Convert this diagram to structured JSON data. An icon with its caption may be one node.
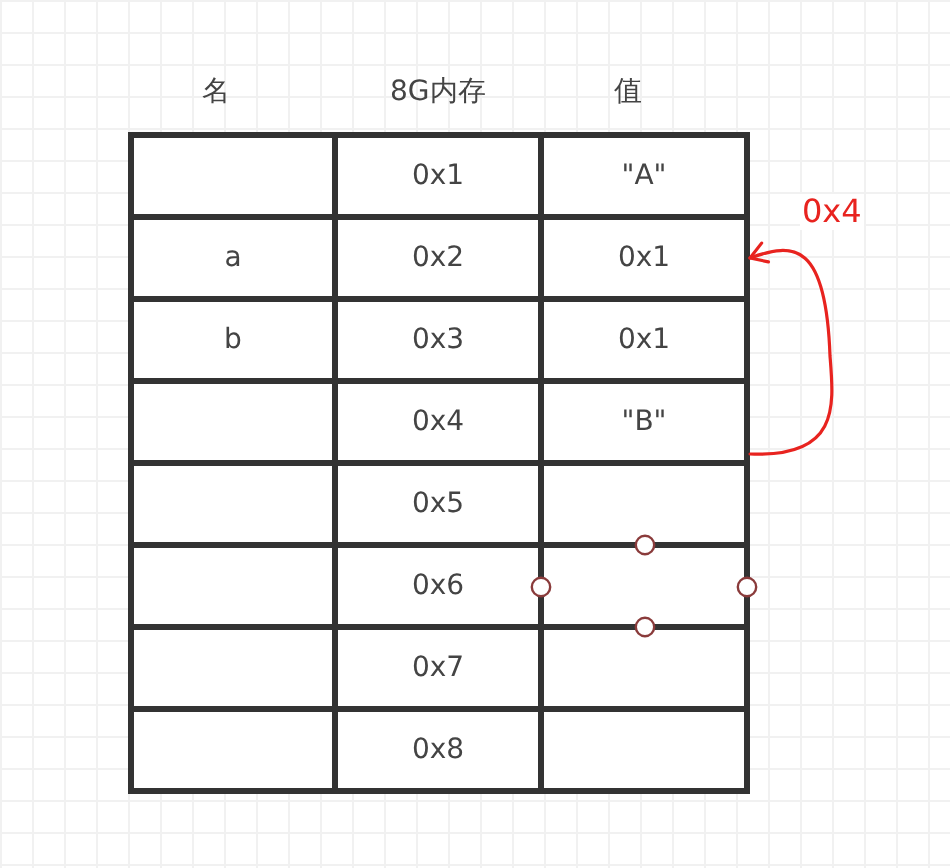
{
  "diagram": {
    "nodes": [
      {
        "text": [
          "0x1"
        ]
      },
      {
        "text": [
          "\"B\""
        ]
      }
    ],
    "edges": [
      {
        "from": 1,
        "to": 0,
        "arrow": "to",
        "label": "0x4"
      }
    ],
    "labels": [
      "名",
      "8G内存",
      "值",
      "0x1",
      "\"A\"",
      "a",
      "0x2",
      "b",
      "0x3",
      "0x1",
      "0x4",
      "0x5",
      "0x6",
      "0x7",
      "0x8"
    ]
  }
}
